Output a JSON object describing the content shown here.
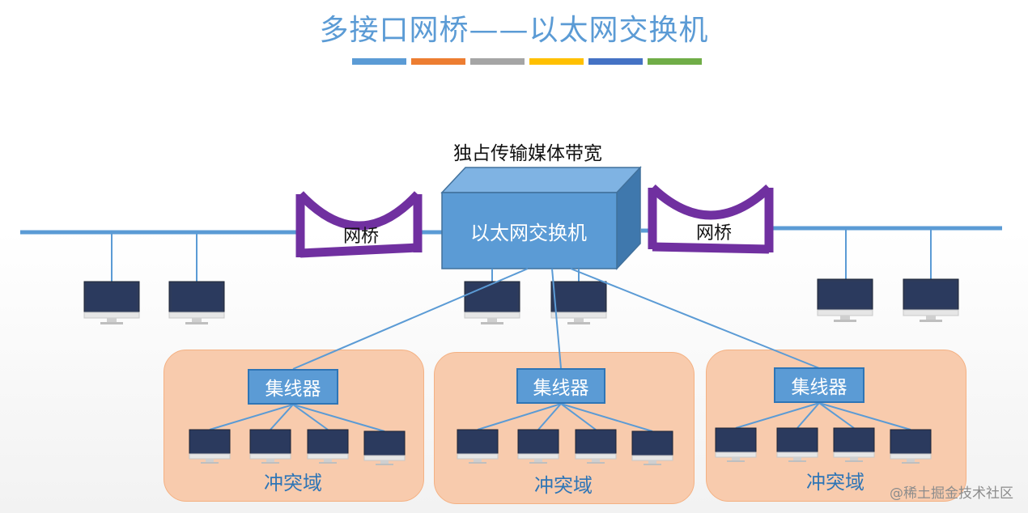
{
  "title": "多接口网桥——以太网交换机",
  "colors": {
    "strip": [
      "#5b9bd5",
      "#ed7d31",
      "#a5a5a5",
      "#ffc000",
      "#4472c4",
      "#70ad47"
    ],
    "bus": "#5b9bd5",
    "bridge": "#7030a0",
    "switch_front": "#5b9bd5",
    "zone": "#f8cbad"
  },
  "switch": {
    "label": "以太网交换机",
    "bandwidth_label": "独占传输媒体带宽"
  },
  "bridges": [
    {
      "label": "网桥"
    },
    {
      "label": "网桥"
    }
  ],
  "hubs": [
    {
      "label": "集线器"
    },
    {
      "label": "集线器"
    },
    {
      "label": "集线器"
    }
  ],
  "zones": [
    {
      "label": "冲突域"
    },
    {
      "label": "冲突域"
    },
    {
      "label": "冲突域"
    }
  ],
  "watermark": "@稀土掘金技术社区"
}
